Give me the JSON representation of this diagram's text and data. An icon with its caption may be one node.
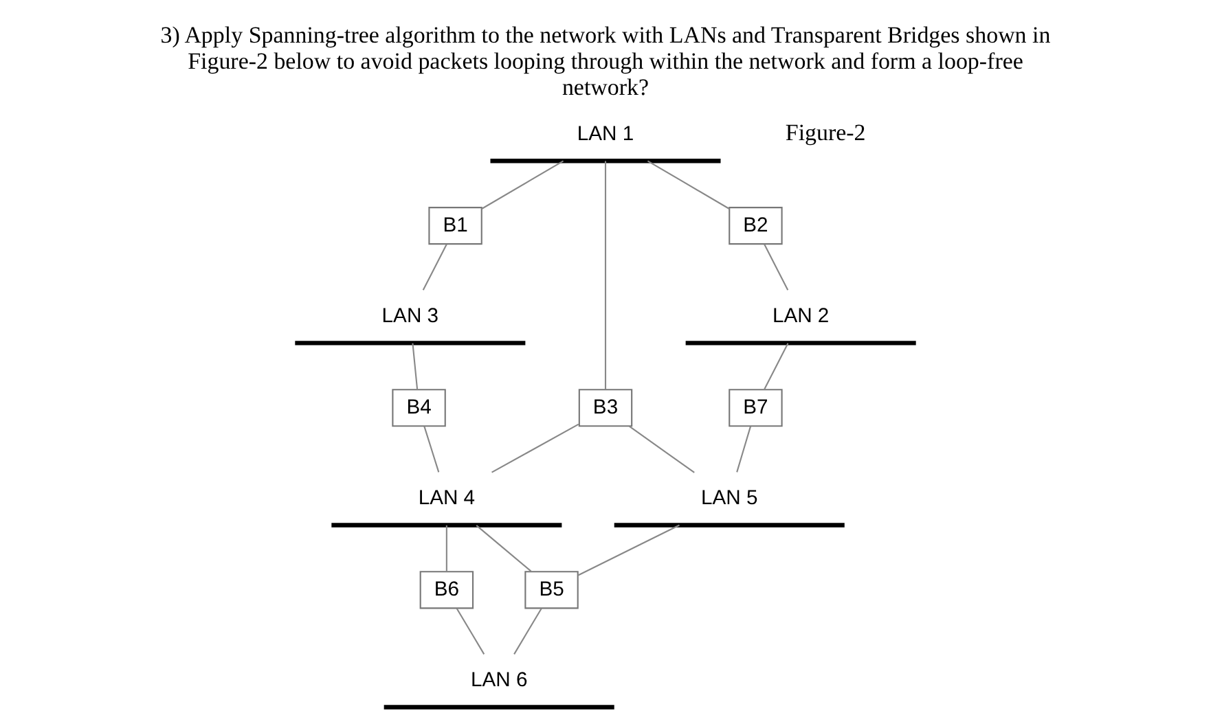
{
  "diagram": {
    "title": "3) Apply Spanning-tree algorithm to the network with LANs and Transparent Bridges shown in Figure-2 below to avoid packets looping through within the network and form a loop-free network?",
    "nodes": [
      {
        "text": [
          "LAN 1"
        ]
      },
      {
        "text": [
          "B1"
        ]
      },
      {
        "text": [
          "B2"
        ]
      },
      {
        "text": [
          "LAN 3"
        ]
      },
      {
        "text": [
          "LAN 2"
        ]
      },
      {
        "text": [
          "B4"
        ]
      },
      {
        "text": [
          "B3"
        ]
      },
      {
        "text": [
          "B7"
        ]
      },
      {
        "text": [
          "LAN 4"
        ]
      },
      {
        "text": [
          "LAN 5"
        ]
      },
      {
        "text": [
          "B6"
        ]
      },
      {
        "text": [
          "B5"
        ]
      },
      {
        "text": [
          "LAN 6"
        ]
      }
    ],
    "edges": [
      {
        "from": 0,
        "to": 1,
        "arrow": "none"
      },
      {
        "from": 0,
        "to": 2,
        "arrow": "none"
      },
      {
        "from": 0,
        "to": 6,
        "arrow": "none"
      },
      {
        "from": 1,
        "to": 3,
        "arrow": "none"
      },
      {
        "from": 2,
        "to": 4,
        "arrow": "none"
      },
      {
        "from": 3,
        "to": 5,
        "arrow": "none"
      },
      {
        "from": 4,
        "to": 7,
        "arrow": "none"
      },
      {
        "from": 6,
        "to": 9,
        "arrow": "none"
      },
      {
        "from": 5,
        "to": 8,
        "arrow": "none"
      },
      {
        "from": 6,
        "to": 8,
        "arrow": "none"
      },
      {
        "from": 7,
        "to": 9,
        "arrow": "none"
      },
      {
        "from": 8,
        "to": 10,
        "arrow": "none"
      },
      {
        "from": 8,
        "to": 11,
        "arrow": "none"
      },
      {
        "from": 11,
        "to": 9,
        "arrow": "none"
      },
      {
        "from": 10,
        "to": 12,
        "arrow": "none"
      },
      {
        "from": 11,
        "to": 12,
        "arrow": "none"
      }
    ],
    "labels": [
      "Figure-2"
    ]
  }
}
